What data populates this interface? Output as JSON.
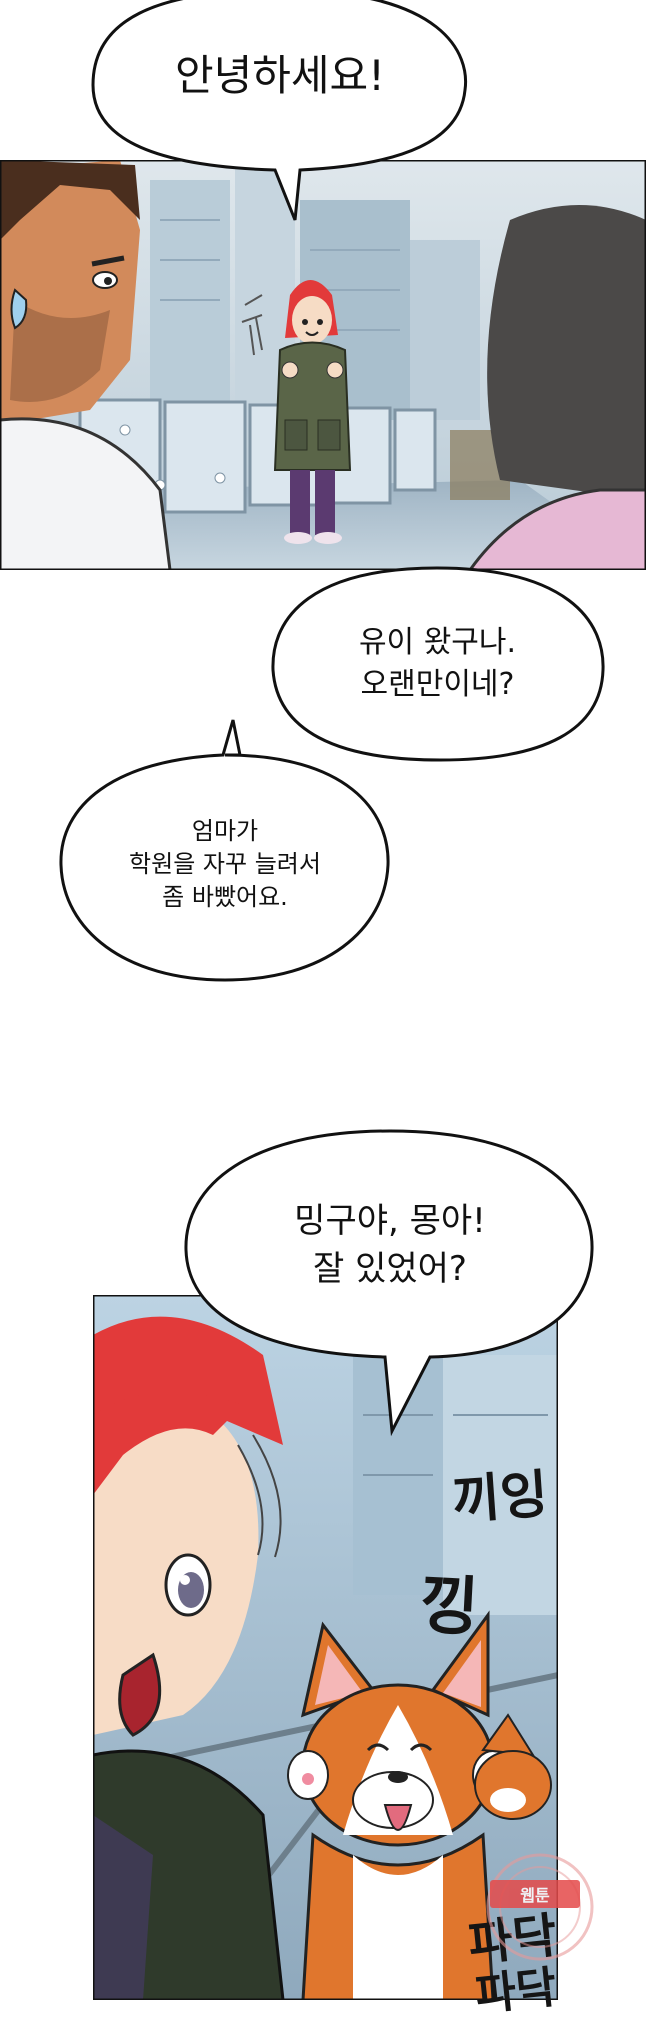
{
  "bubbles": {
    "greeting": {
      "lines": [
        "안녕하세요!"
      ]
    },
    "reply": {
      "lines": [
        "유이 왔구나.",
        "오랜만이네?"
      ]
    },
    "excuse": {
      "lines": [
        "엄마가",
        "학원을 자꾸 늘려서",
        "좀 바빴어요."
      ]
    },
    "dogs": {
      "lines": [
        "밍구야, 몽아!",
        "잘 있었어?"
      ]
    }
  },
  "sfx": {
    "whine": "끼잉",
    "whimper": "낑",
    "flap1": "파닥",
    "flap2": "파닥"
  },
  "watermark": {
    "text": "웹툰"
  },
  "colors": {
    "hair_red": "#e23a3a",
    "jacket_olive": "#5a6548",
    "pants_purple": "#5b3a70",
    "scene_blue": "#aac4d8",
    "corgi_orange": "#e0762d",
    "ink": "#111111"
  }
}
